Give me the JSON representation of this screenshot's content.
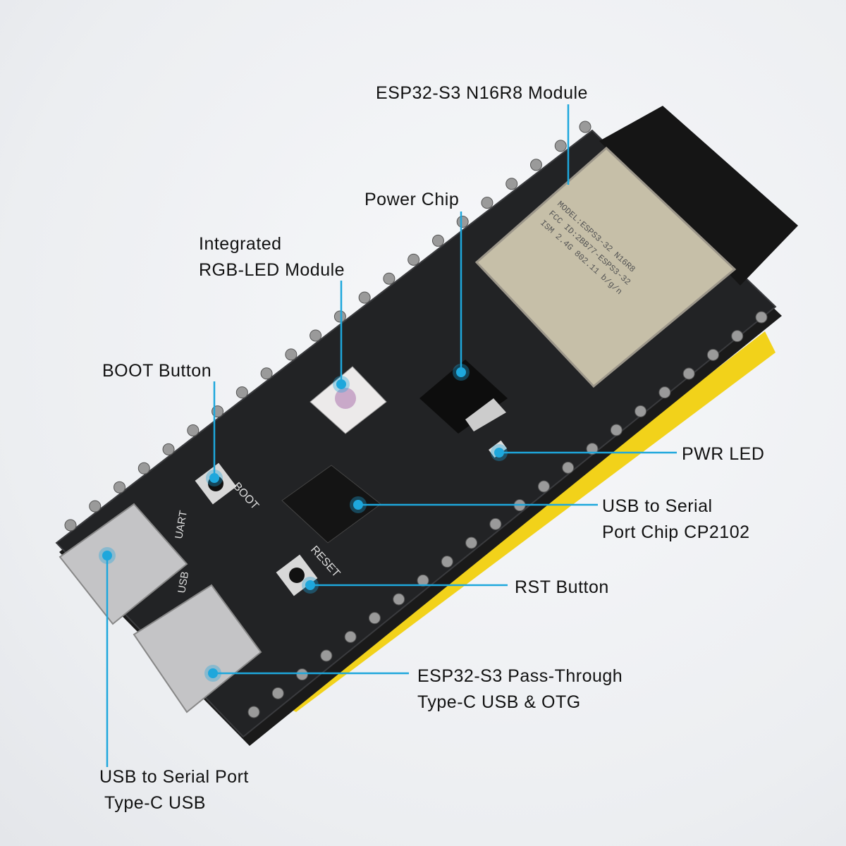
{
  "accent_color": "#1ea7dc",
  "labels": {
    "module": {
      "line1": "ESP32-S3 N16R8 Module"
    },
    "power_chip": {
      "line1": "Power Chip"
    },
    "rgb_led": {
      "line1": "Integrated",
      "line2": "RGB-LED Module"
    },
    "boot": {
      "line1": "BOOT Button"
    },
    "pwr_led": {
      "line1": "PWR LED"
    },
    "cp2102": {
      "line1": "USB to Serial",
      "line2": "Port Chip CP2102"
    },
    "rst": {
      "line1": "RST Button"
    },
    "otg": {
      "line1": "ESP32-S3 Pass-Through",
      "line2": "Type-C USB & OTG"
    },
    "uart_usb": {
      "line1": "USB to Serial Port",
      "line2": "Type-C USB"
    }
  },
  "board_markings": {
    "module_text": [
      "MODEL:ESPS3-32  N16R8",
      "FCC ID:2BB77-ESPS3-32",
      "ISM 2.4G 802.11 b/g/n"
    ],
    "boot_silk": "BOOT",
    "reset_silk": "RESET",
    "uart_silk": "UART",
    "usb_silk": "USB"
  }
}
